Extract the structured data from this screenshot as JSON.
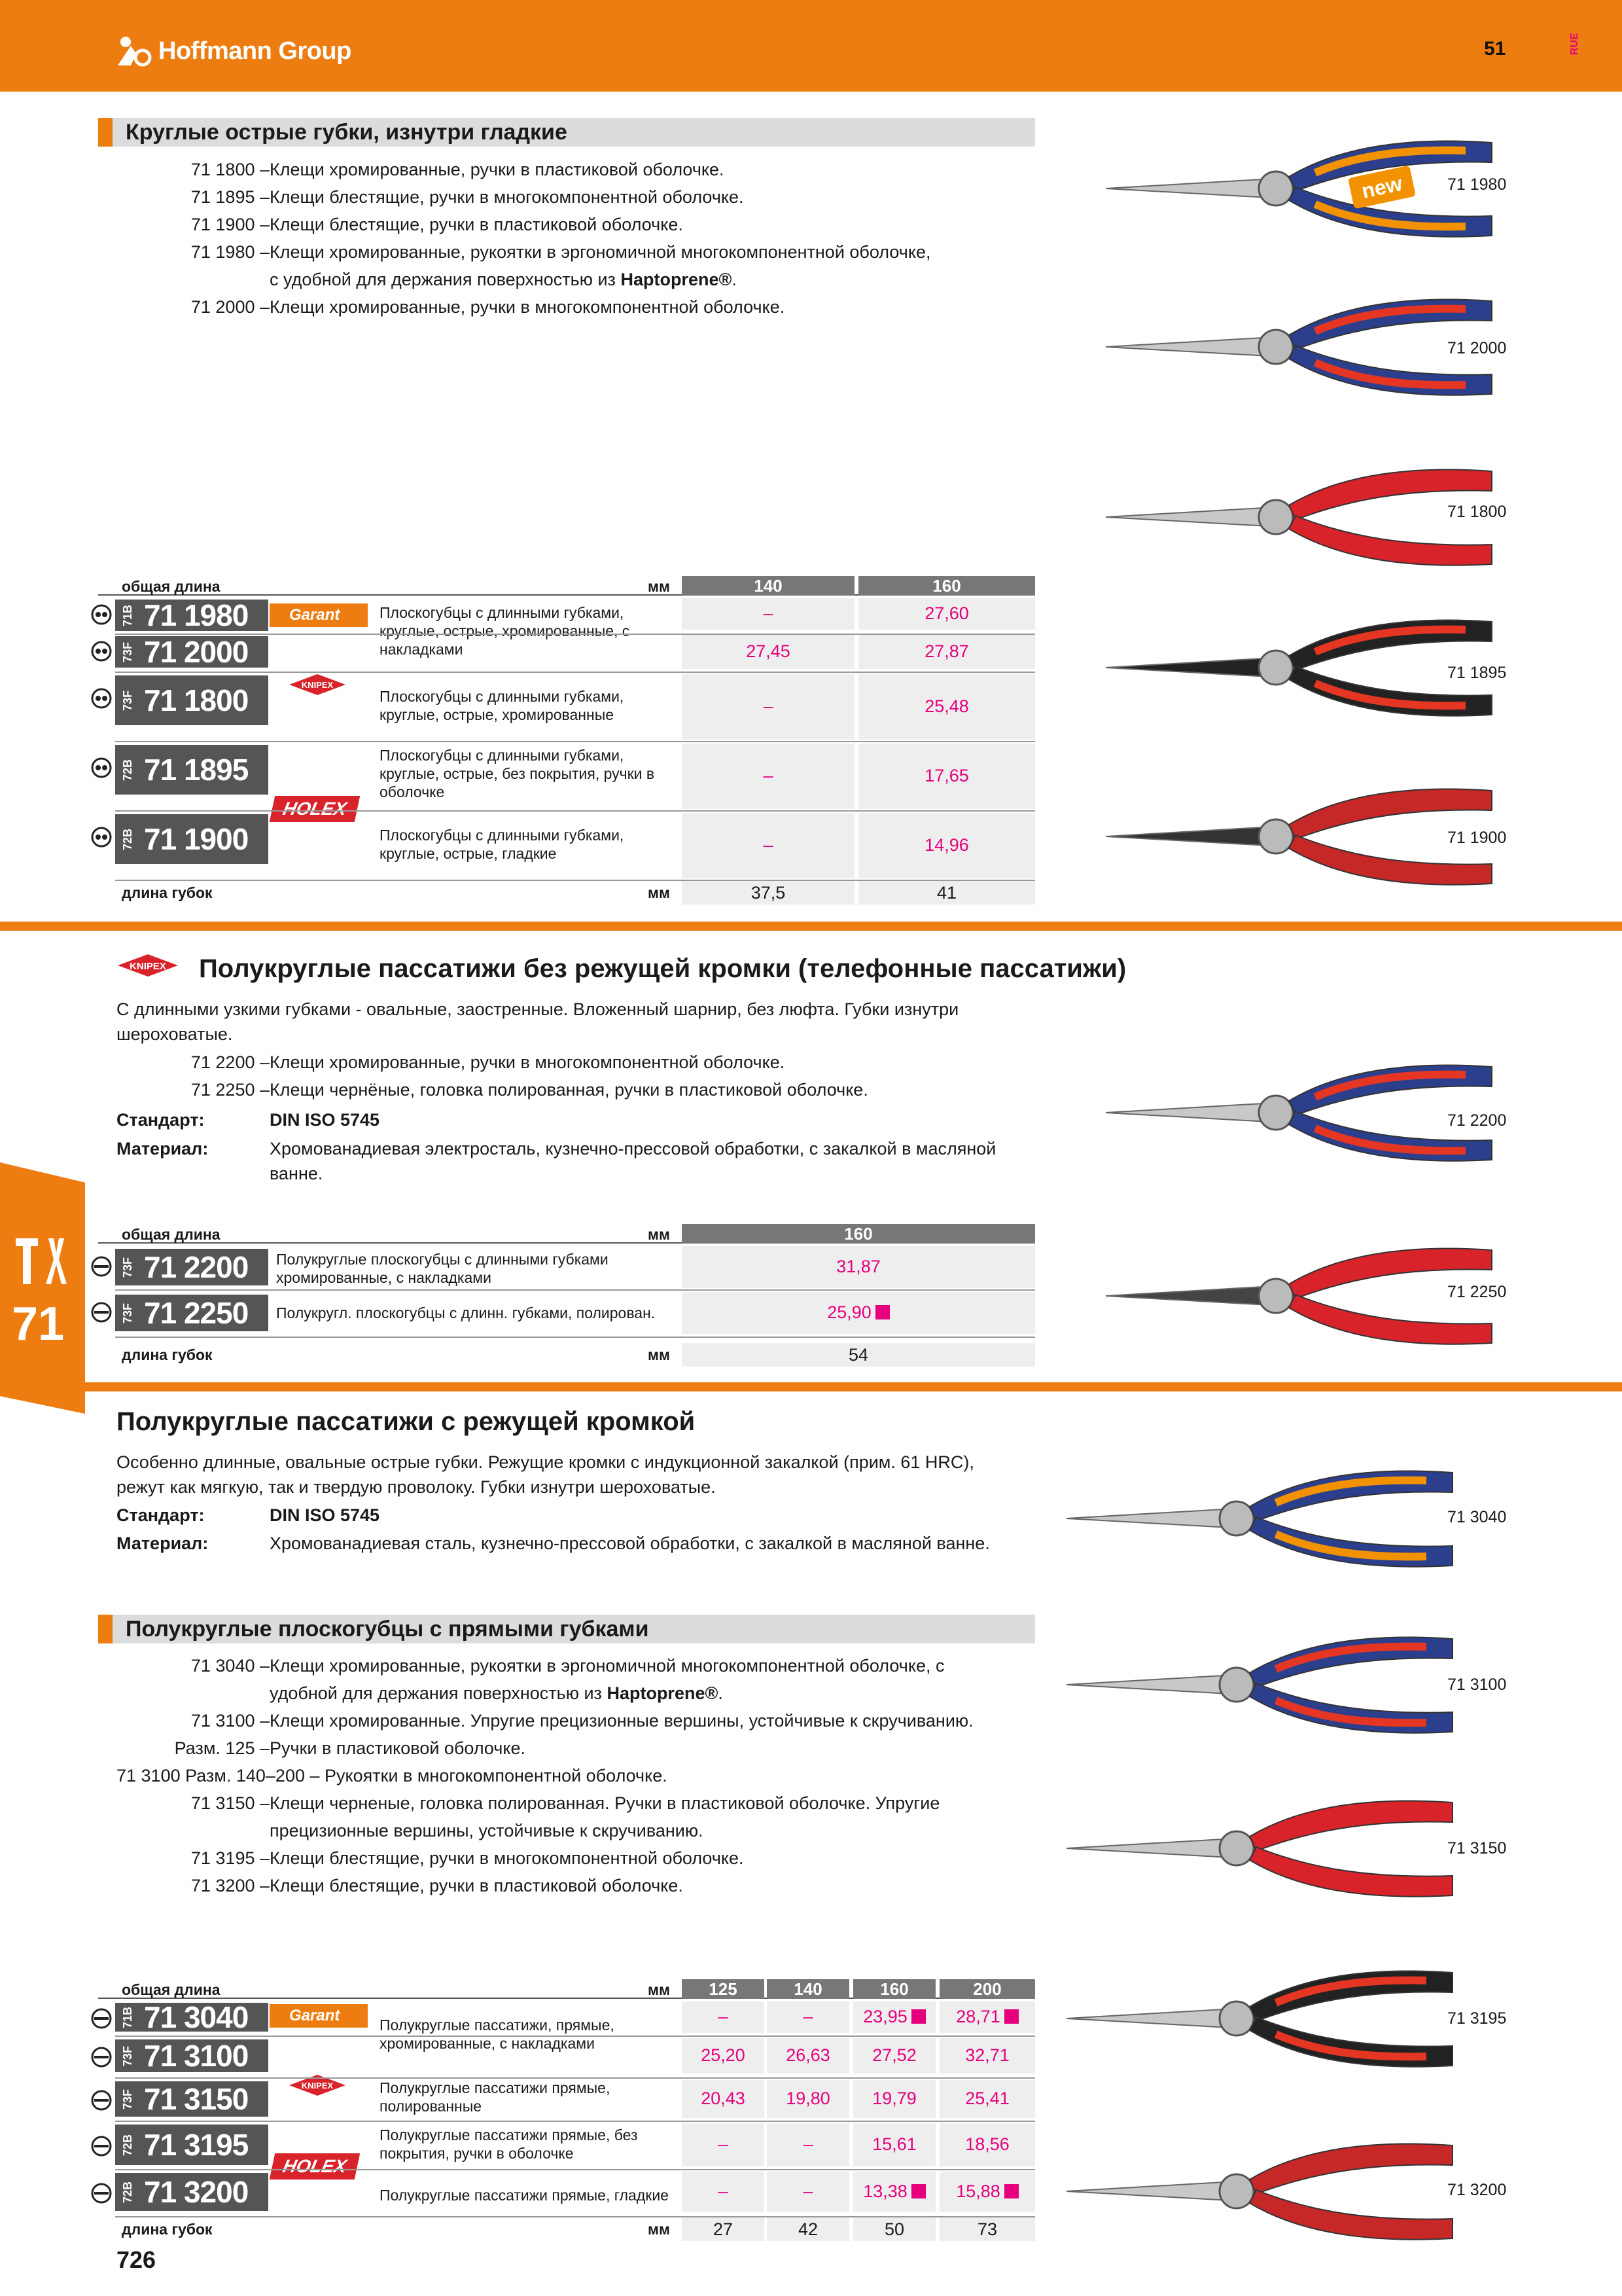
{
  "header": {
    "brand": "Hoffmann Group",
    "page_number": "51",
    "code": "RUE"
  },
  "footer": {
    "page_number": "726"
  },
  "side_tab": {
    "number": "71"
  },
  "section1": {
    "subtitle": "Круглые острые губки, изнутри гладкие",
    "lines": [
      {
        "code": "71 1800 –",
        "text": "Клещи хромированные, ручки в пластиковой оболочке."
      },
      {
        "code": "71 1895 –",
        "text": "Клещи блестящие, ручки в многокомпонентной оболочке."
      },
      {
        "code": "71 1900 –",
        "text": "Клещи блестящие, ручки в пластиковой оболочке."
      },
      {
        "code": "71 1980 –",
        "text": "Клещи хромированные, рукоятки в эргономичной многокомпонентной оболочке,"
      },
      {
        "code": "",
        "text": "с удобной для держания поверхностью из ",
        "bold": "Haptoprene®",
        "tail": "."
      },
      {
        "code": "71 2000 –",
        "text": "Клещи хромированные, ручки в многокомпонентной оболочке."
      }
    ],
    "table": {
      "label_total": "общая длина",
      "unit": "мм",
      "sizes": [
        "140",
        "160"
      ],
      "rows": [
        {
          "grp": "71B",
          "art": "71 1980",
          "prices": [
            "–",
            "27,60"
          ]
        },
        {
          "grp": "73F",
          "art": "71 2000",
          "prices": [
            "27,45",
            "27,87"
          ]
        },
        {
          "grp": "73F",
          "art": "71 1800",
          "prices": [
            "–",
            "25,48"
          ]
        },
        {
          "grp": "72B",
          "art": "71 1895",
          "prices": [
            "–",
            "17,65"
          ]
        },
        {
          "grp": "72B",
          "art": "71 1900",
          "prices": [
            "–",
            "14,96"
          ]
        }
      ],
      "descs": [
        "Плоскогубцы с длинными губками, круглые, острые, хромированные, с накладками",
        "Плоскогубцы с длинными губками, круглые, острые, хромированные",
        "Плоскогубцы с длинными губками, круглые, острые, без покрытия, ручки в оболочке",
        "Плоскогубцы с длинными губками, круглые, острые, гладкие"
      ],
      "label_jaw": "длина губок",
      "jaw": [
        "37,5",
        "41"
      ]
    },
    "images": [
      "71 1980",
      "71 2000",
      "71 1800",
      "71 1895",
      "71 1900"
    ],
    "new_badge": "new"
  },
  "section2": {
    "title": "Полукруглые пассатижи без режущей кромки (телефонные пассатижи)",
    "intro1": "С длинными узкими губками - овальные, заостренные. Вложенный шарнир, без люфта. Губки изнутри",
    "intro2": "шероховатые.",
    "lines": [
      {
        "code": "71 2200 –",
        "text": "Клещи хромированные, ручки в многокомпонентной оболочке."
      },
      {
        "code": "71 2250 –",
        "text": "Клещи чернёные, головка полированная, ручки в пластиковой оболочке."
      }
    ],
    "std_label": "Стандарт:",
    "std_value": "DIN ISO 5745",
    "mat_label": "Материал:",
    "mat_value1": "Хромованадиевая электросталь, кузнечно-прессовой обработки, с закалкой в масляной",
    "mat_value2": "ванне.",
    "table": {
      "label_total": "общая длина",
      "unit": "мм",
      "sizes": [
        "160"
      ],
      "rows": [
        {
          "grp": "73F",
          "art": "71 2200",
          "desc": "Полукруглые плоскогубцы с длинными губками хромированные, с накладками",
          "prices": [
            "31,87"
          ]
        },
        {
          "grp": "73F",
          "art": "71 2250",
          "desc": "Полукругл. плоскогубцы с длинн. губками, полирован.",
          "prices": [
            "25,90"
          ]
        }
      ],
      "label_jaw": "длина губок",
      "jaw": [
        "54"
      ]
    },
    "images": [
      "71 2200",
      "71 2250"
    ]
  },
  "section3": {
    "title": "Полукруглые пассатижи с режущей кромкой",
    "intro1": "Особенно длинные, овальные острые губки. Режущие кромки с индукционной закалкой (прим. 61 HRC),",
    "intro2": "режут как мягкую, так и твердую проволоку. Губки изнутри шероховатые.",
    "std_label": "Стандарт:",
    "std_value": "DIN ISO 5745",
    "mat_label": "Материал:",
    "mat_value": "Хромованадиевая сталь, кузнечно-прессовой обработки, с закалкой в масляной ванне.",
    "subtitle": "Полукруглые плоскогубцы с прямыми губками",
    "lines": [
      {
        "code": "71 3040 –",
        "text": "Клещи хромированные, рукоятки в эргономичной многокомпонентной оболочке, с"
      },
      {
        "code": "",
        "text": "удобной для держания поверхностью из ",
        "bold": "Haptoprene®",
        "tail": "."
      },
      {
        "code": "71 3100 –",
        "text": "Клещи хромированные. Упругие прецизионные вершины, устойчивые к скручиванию."
      },
      {
        "code": "Разм. 125 –",
        "text": "Ручки в пластиковой оболочке."
      },
      {
        "code": "",
        "text": "71 3100 Разм. 140–200 – Рукоятки в многокомпонентной оболочке."
      },
      {
        "code": "71 3150 –",
        "text": "Клещи черненые, головка полированная. Ручки в пластиковой оболочке. Упругие"
      },
      {
        "code": "",
        "text": "прецизионные вершины, устойчивые к скручиванию."
      },
      {
        "code": "71 3195 –",
        "text": "Клещи блестящие, ручки в многокомпонентной оболочке."
      },
      {
        "code": "71 3200 –",
        "text": "Клещи блестящие, ручки в пластиковой оболочке."
      }
    ],
    "table": {
      "label_total": "общая длина",
      "unit": "мм",
      "sizes": [
        "125",
        "140",
        "160",
        "200"
      ],
      "rows": [
        {
          "grp": "71B",
          "art": "71 3040",
          "prices": [
            "–",
            "–",
            "23,95",
            "28,71"
          ]
        },
        {
          "grp": "73F",
          "art": "71 3100",
          "prices": [
            "25,20",
            "26,63",
            "27,52",
            "32,71"
          ]
        },
        {
          "grp": "73F",
          "art": "71 3150",
          "prices": [
            "20,43",
            "19,80",
            "19,79",
            "25,41"
          ]
        },
        {
          "grp": "72B",
          "art": "71 3195",
          "prices": [
            "–",
            "–",
            "15,61",
            "18,56"
          ]
        },
        {
          "grp": "72B",
          "art": "71 3200",
          "prices": [
            "–",
            "–",
            "13,38",
            "15,88"
          ]
        }
      ],
      "descs": [
        "Полукруглые пассатижи, прямые, хромированные, с накладками",
        "Полукруглые пассатижи прямые, полированные",
        "Полукруглые пассатижи прямые, без покрытия, ручки в оболочке",
        "Полукруглые пассатижи прямые, гладкие"
      ],
      "label_jaw": "длина губок",
      "jaw": [
        "27",
        "42",
        "50",
        "73"
      ]
    },
    "images": [
      "71 3040",
      "71 3100",
      "71 3150",
      "71 3195",
      "71 3200"
    ]
  },
  "brands": {
    "garant": "Garant",
    "knipex": "KNIPEX",
    "holex": "HOLEX"
  },
  "colors": {
    "orange": "#ee7d11",
    "magenta": "#e6007e"
  }
}
